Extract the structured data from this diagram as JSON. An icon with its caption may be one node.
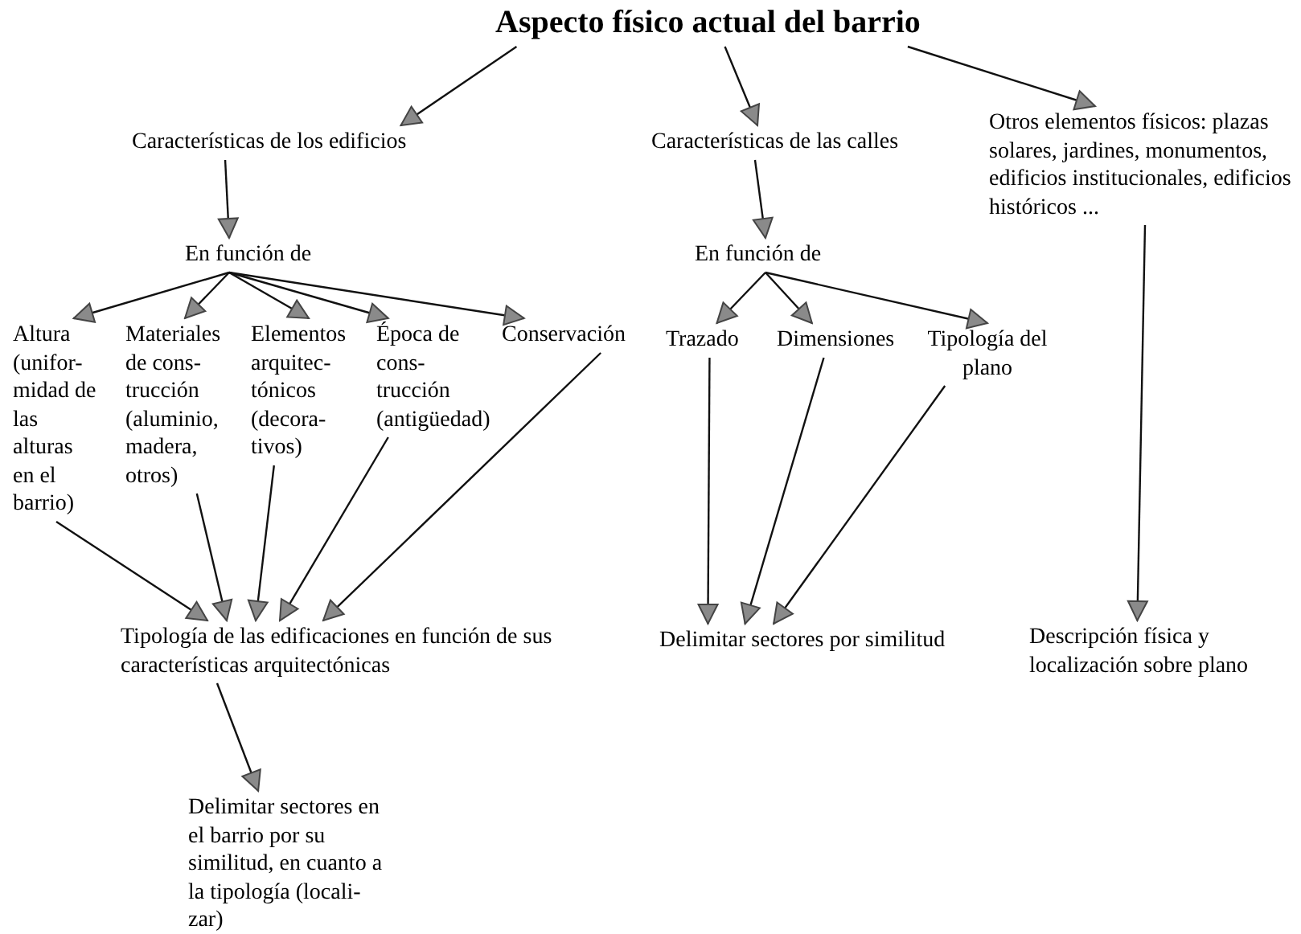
{
  "diagram": {
    "nodes": [
      {
        "text": [
          "Aspecto físico actual del barrio"
        ]
      },
      {
        "text": [
          "Características de los edificios"
        ]
      },
      {
        "text": [
          "Características de las calles"
        ]
      },
      {
        "text": [
          "Otros elementos físicos: plazas solares, jardines, monumentos, edificios institucionales, edificios históricos ..."
        ]
      },
      {
        "text": [
          "En función de"
        ]
      },
      {
        "text": [
          "Altura (unifor- midad de las alturas en el barrio)"
        ]
      },
      {
        "text": [
          "Materiales de cons- trucción (aluminio, madera, otros)"
        ]
      },
      {
        "text": [
          "Elementos arquitec- tónicos (decora- tivos)"
        ]
      },
      {
        "text": [
          "Época de cons- trucción (antigüedad)"
        ]
      },
      {
        "text": [
          "Conservación"
        ]
      },
      {
        "text": [
          "En función de"
        ]
      },
      {
        "text": [
          "Trazado"
        ]
      },
      {
        "text": [
          "Dimensiones"
        ]
      },
      {
        "text": [
          "Tipología del plano"
        ]
      },
      {
        "text": [
          "Tipología de las edificaciones en función de sus características arquitectónicas"
        ]
      },
      {
        "text": [
          "Delimitar sectores por similitud"
        ]
      },
      {
        "text": [
          "Descripción física y localización sobre plano"
        ]
      },
      {
        "text": [
          "Delimitar sectores en el barrio por su similitud, en cuanto a la tipología (locali- zar)"
        ]
      }
    ],
    "edges": [
      {
        "from": 0,
        "to": 1,
        "arrow": "to"
      },
      {
        "from": 0,
        "to": 2,
        "arrow": "to"
      },
      {
        "from": 0,
        "to": 3,
        "arrow": "to"
      },
      {
        "from": 1,
        "to": 4,
        "arrow": "to"
      },
      {
        "from": 4,
        "to": 5,
        "arrow": "to"
      },
      {
        "from": 4,
        "to": 6,
        "arrow": "to"
      },
      {
        "from": 4,
        "to": 7,
        "arrow": "to"
      },
      {
        "from": 4,
        "to": 8,
        "arrow": "to"
      },
      {
        "from": 4,
        "to": 9,
        "arrow": "to"
      },
      {
        "from": 2,
        "to": 10,
        "arrow": "to"
      },
      {
        "from": 10,
        "to": 11,
        "arrow": "to"
      },
      {
        "from": 10,
        "to": 12,
        "arrow": "to"
      },
      {
        "from": 10,
        "to": 13,
        "arrow": "to"
      },
      {
        "from": 5,
        "to": 14,
        "arrow": "to"
      },
      {
        "from": 6,
        "to": 14,
        "arrow": "to"
      },
      {
        "from": 7,
        "to": 14,
        "arrow": "to"
      },
      {
        "from": 8,
        "to": 14,
        "arrow": "to"
      },
      {
        "from": 9,
        "to": 14,
        "arrow": "to"
      },
      {
        "from": 11,
        "to": 15,
        "arrow": "to"
      },
      {
        "from": 12,
        "to": 15,
        "arrow": "to"
      },
      {
        "from": 13,
        "to": 15,
        "arrow": "to"
      },
      {
        "from": 3,
        "to": 16,
        "arrow": "to"
      },
      {
        "from": 14,
        "to": 17,
        "arrow": "to"
      }
    ]
  }
}
